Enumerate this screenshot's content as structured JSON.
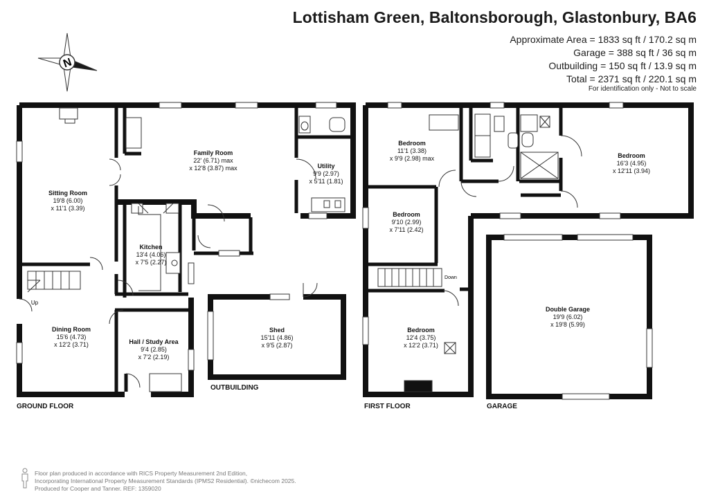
{
  "header": {
    "title": "Lottisham Green, Baltonsborough, Glastonbury, BA6",
    "areas": [
      "Approximate Area = 1833 sq ft / 170.2 sq m",
      "Garage = 388 sq ft / 36 sq m",
      "Outbuilding = 150 sq ft / 13.9 sq m",
      "Total = 2371 sq ft / 220.1 sq m"
    ],
    "note": "For identification only - Not to scale"
  },
  "compass": {
    "letter": "N"
  },
  "floors": {
    "ground": "GROUND FLOOR",
    "first": "FIRST FLOOR",
    "outbuilding": "OUTBUILDING",
    "garage": "GARAGE"
  },
  "rooms": {
    "family": [
      "Family Room",
      "22' (6.71) max",
      "x 12'8 (3.87) max"
    ],
    "sitting": [
      "Sitting Room",
      "19'8 (6.00)",
      "x 11'1 (3.39)"
    ],
    "utility": [
      "Utility",
      "9'9 (2.97)",
      "x 5'11 (1.81)"
    ],
    "kitchen": [
      "Kitchen",
      "13'4 (4.06)",
      "x 7'5 (2.27)"
    ],
    "dining": [
      "Dining Room",
      "15'6 (4.73)",
      "x 12'2 (3.71)"
    ],
    "hall": [
      "Hall / Study Area",
      "9'4 (2.85)",
      "x 7'2 (2.19)"
    ],
    "shed": [
      "Shed",
      "15'11 (4.86)",
      "x 9'5 (2.87)"
    ],
    "bed1": [
      "Bedroom",
      "11'1 (3.38)",
      "x 9'9 (2.98) max"
    ],
    "bed2": [
      "Bedroom",
      "16'3 (4.95)",
      "x 12'11 (3.94)"
    ],
    "bed3": [
      "Bedroom",
      "9'10 (2.99)",
      "x 7'11 (2.42)"
    ],
    "bed4": [
      "Bedroom",
      "12'4 (3.75)",
      "x 12'2 (3.71)"
    ],
    "garage": [
      "Double Garage",
      "19'9 (6.02)",
      "x 19'8 (5.99)"
    ]
  },
  "stairs": {
    "up": "Up",
    "down": "Down"
  },
  "footer": {
    "line1": "Floor plan produced in accordance with RICS Property Measurement 2nd Edition,",
    "line2": "Incorporating International Property Measurement Standards (IPMS2 Residential).  ©nichecom 2025.",
    "line3": "Produced for Cooper and Tanner.   REF: 1359020"
  }
}
